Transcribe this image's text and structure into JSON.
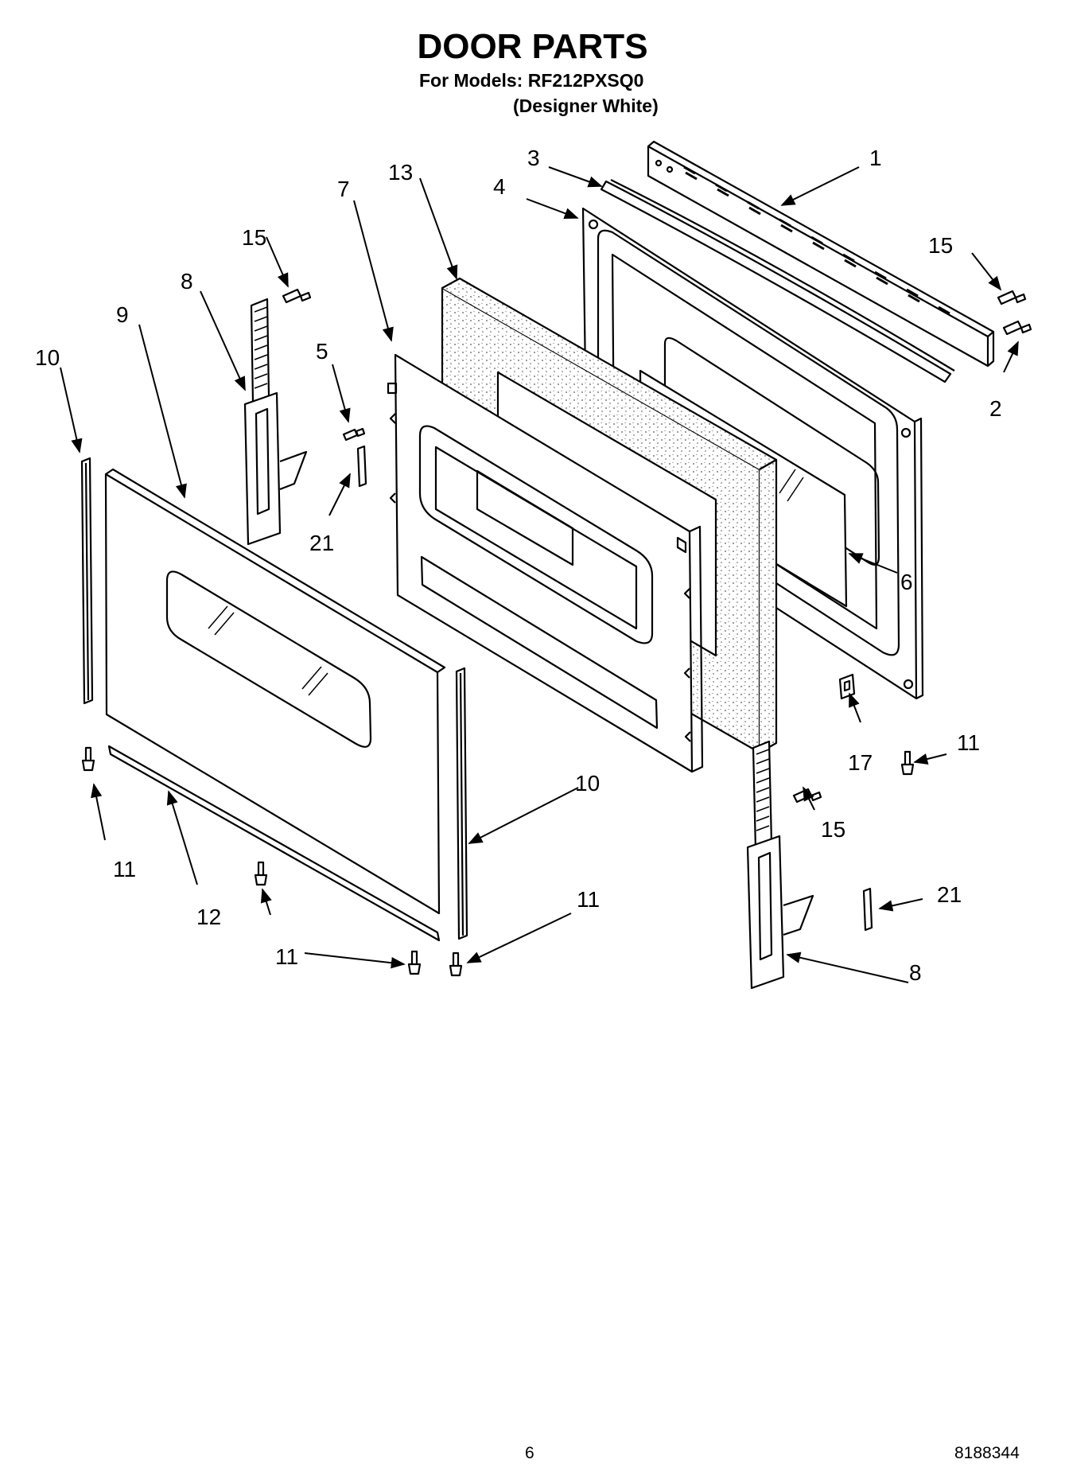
{
  "header": {
    "title": "DOOR PARTS",
    "models_line": "For Models: RF212PXSQ0",
    "variant_line": "(Designer White)"
  },
  "callouts": [
    {
      "id": "c1",
      "label": "1"
    },
    {
      "id": "c2",
      "label": "2"
    },
    {
      "id": "c3",
      "label": "3"
    },
    {
      "id": "c4",
      "label": "4"
    },
    {
      "id": "c5",
      "label": "5"
    },
    {
      "id": "c6",
      "label": "6"
    },
    {
      "id": "c7",
      "label": "7"
    },
    {
      "id": "c8a",
      "label": "8"
    },
    {
      "id": "c8b",
      "label": "8"
    },
    {
      "id": "c9",
      "label": "9"
    },
    {
      "id": "c10a",
      "label": "10"
    },
    {
      "id": "c10b",
      "label": "10"
    },
    {
      "id": "c11a",
      "label": "11"
    },
    {
      "id": "c11b",
      "label": "11"
    },
    {
      "id": "c11c",
      "label": "11"
    },
    {
      "id": "c11d",
      "label": "11"
    },
    {
      "id": "c11e",
      "label": "11"
    },
    {
      "id": "c12",
      "label": "12"
    },
    {
      "id": "c13",
      "label": "13"
    },
    {
      "id": "c15a",
      "label": "15"
    },
    {
      "id": "c15b",
      "label": "15"
    },
    {
      "id": "c15c",
      "label": "15"
    },
    {
      "id": "c17",
      "label": "17"
    },
    {
      "id": "c21a",
      "label": "21"
    },
    {
      "id": "c21b",
      "label": "21"
    }
  ],
  "footer": {
    "page_number": "6",
    "document_number": "8188344"
  }
}
